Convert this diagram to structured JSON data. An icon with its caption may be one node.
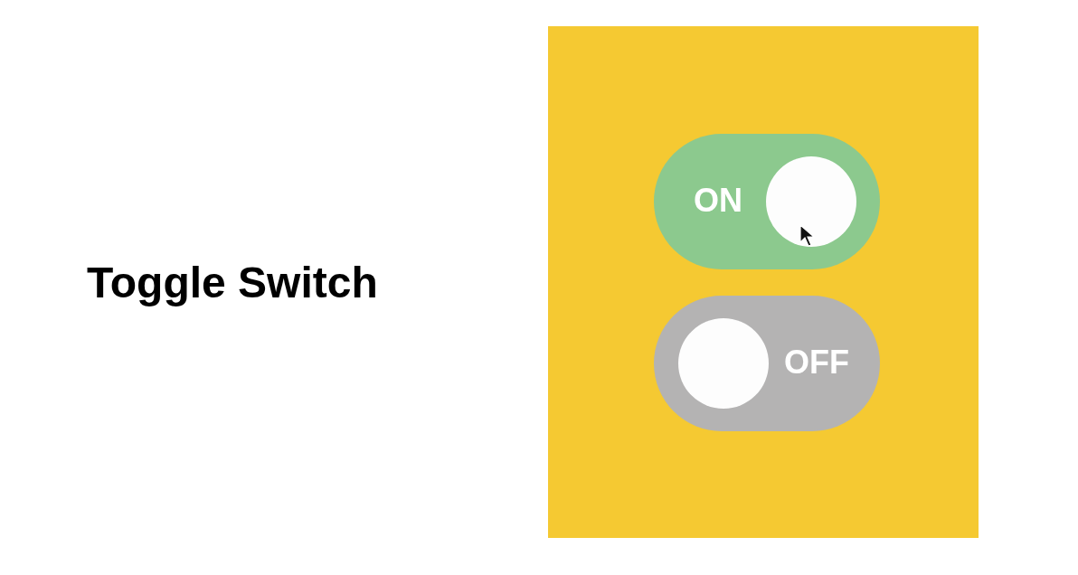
{
  "diagram": {
    "title": "Toggle Switch",
    "nodes": [
      {
        "text": [],
        "shape": "box"
      },
      {
        "text": [
          "ON"
        ],
        "in": 0
      },
      {
        "text": [
          "OFF"
        ],
        "in": 0
      }
    ]
  }
}
